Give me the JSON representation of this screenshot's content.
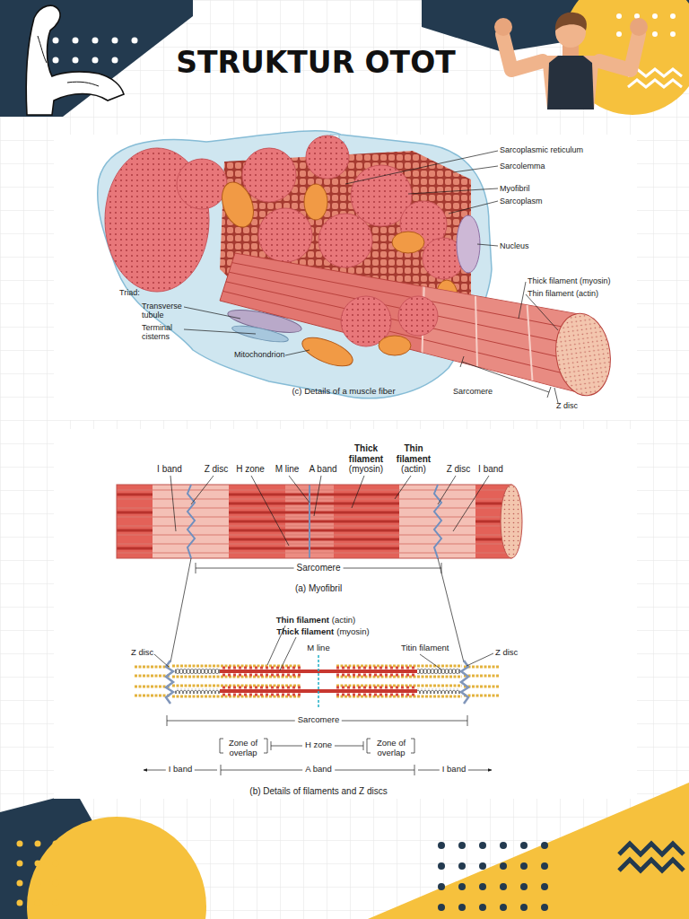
{
  "diagram": {
    "title": "STRUKTUR OTOT",
    "labels": [
      "Sarcoplasmic reticulum",
      "Sarcolemma",
      "Myofibril",
      "Sarcoplasm",
      "Nucleus",
      "Thick filament (myosin)",
      "Thin filament (actin)",
      "Triad:",
      "Transverse tubule",
      "Terminal cisterns",
      "Mitochondrion",
      "(c) Details of a muscle fiber",
      "Sarcomere",
      "Z disc",
      "Thick filament",
      "Thin filament",
      "I band",
      "Z disc",
      "H zone",
      "M line",
      "A band",
      "(myosin)",
      "(actin)",
      "Z disc",
      "I band",
      "Sarcomere",
      "(a) Myofibril",
      "Thin filament",
      "(actin)",
      "Thick filament",
      "(myosin)",
      "M line",
      "Titin filament",
      "Z disc",
      "Z disc",
      "Sarcomere",
      "Zone of overlap",
      "H zone",
      "Zone of overlap",
      "I band",
      "A band",
      "I band",
      "(b) Details of filaments and Z discs"
    ]
  }
}
